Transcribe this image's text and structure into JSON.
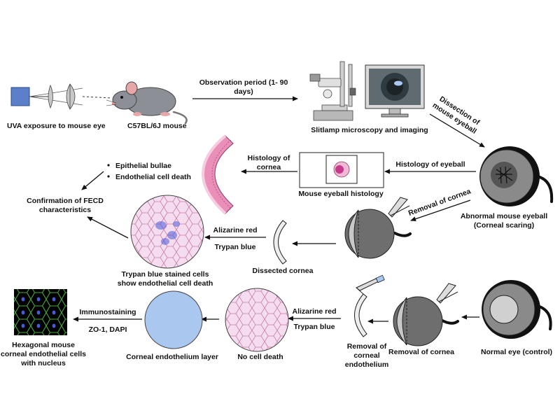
{
  "labels": {
    "uva_exposure": "UVA exposure to mouse eye",
    "mouse_strain": "C57BL/6J mouse",
    "observation_line1": "Observation period (1- 90",
    "observation_line2": "days)",
    "slitlamp": "Slitlamp microscopy and imaging",
    "dissection_line1": "Dissection of",
    "dissection_line2": "mouse eyeball",
    "histology_of_eyeball": "Histology of eyeball",
    "abnormal_eyeball_line1": "Abnormal mouse eyeball",
    "abnormal_eyeball_line2": "(Corneal scaring)",
    "mouse_eyeball_histology": "Mouse eyeball histology",
    "histology_of_cornea_line1": "Histology of",
    "histology_of_cornea_line2": "cornea",
    "bullet_1": "Epithelial bullae",
    "bullet_2": "Endothelial cell death",
    "fecd_line1": "Confirmation of FECD",
    "fecd_line2": "characteristics",
    "removal_of_cornea_upper": "Removal of cornea",
    "alizarine_red_upper": "Alizarine red",
    "trypan_blue_upper": "Trypan blue",
    "dissected_cornea": "Dissected cornea",
    "trypan_stained_line1": "Trypan blue stained cells",
    "trypan_stained_line2": "show endothelial cell death",
    "normal_eye": "Normal eye (control)",
    "removal_of_cornea_lower": "Removal of cornea",
    "removal_endo_line1": "Removal of",
    "removal_endo_line2": "corneal",
    "removal_endo_line3": "endothelium",
    "alizarine_red_lower": "Alizarine red",
    "trypan_blue_lower": "Trypan blue",
    "no_cell_death": "No cell death",
    "endothelium_layer": "Corneal endothelium layer",
    "immunostaining": "Immunostaining",
    "zo1_dapi": "ZO-1, DAPI",
    "hexagonal_line1": "Hexagonal mouse",
    "hexagonal_line2": "corneal endothelial cells",
    "hexagonal_line3": "with nucleus"
  },
  "colors": {
    "uva_device": "#5b7fc9",
    "mouse_body": "#8c8f95",
    "mouse_ear": "#e6a7a9",
    "eyeball": "#8a8a8a",
    "cornea_histology": "#e98fb8",
    "stained_cells_fill": "#f6dcef",
    "endothelium_layer": "#a9c7ef",
    "immuno_bg": "#000000",
    "immuno_edges": "#4aa83a",
    "immuno_nuclei": "#4a5bd8"
  }
}
